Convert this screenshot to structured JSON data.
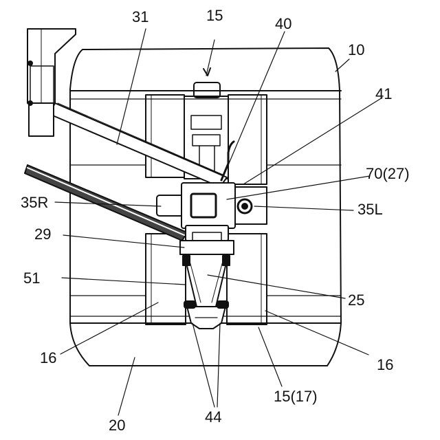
{
  "colors": {
    "ink": "#111111",
    "paper": "#ffffff"
  },
  "labels": {
    "l31": "31",
    "l15_top": "15",
    "l40": "40",
    "l10": "10",
    "l41": "41",
    "l70_27": "70(27)",
    "l35R": "35R",
    "l35L": "35L",
    "l29": "29",
    "l51": "51",
    "l25": "25",
    "l16_left": "16",
    "l16_right": "16",
    "l15_17": "15(17)",
    "l20": "20",
    "l44": "44"
  }
}
